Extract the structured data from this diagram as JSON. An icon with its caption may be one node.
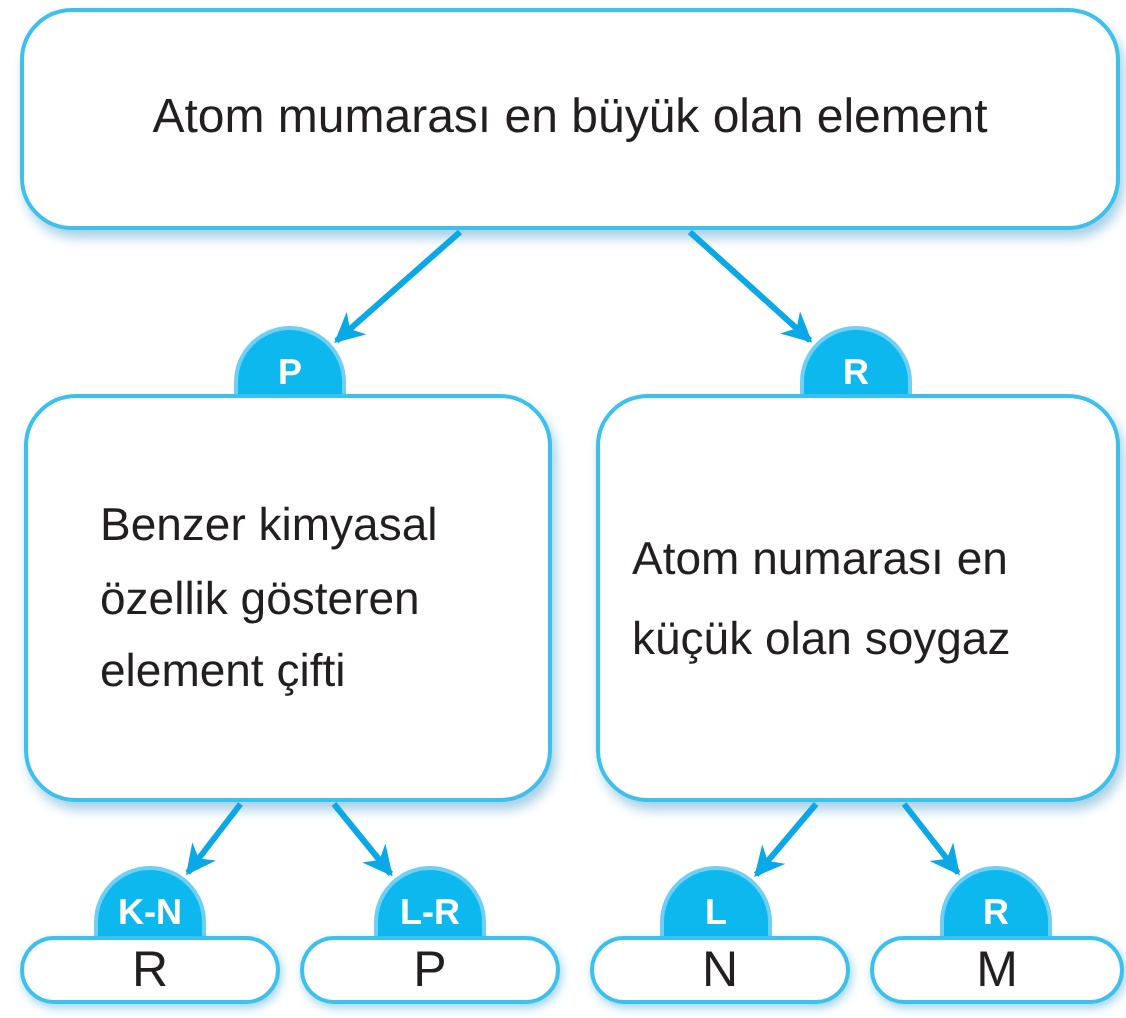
{
  "diagram": {
    "nodes": [
      {
        "text": [
          "Atom mumarası en büyük olan element"
        ]
      },
      {
        "text": [
          "P"
        ]
      },
      {
        "text": [
          "R"
        ]
      },
      {
        "text": [
          "Benzer kimyasal özellik gösteren element çifti"
        ]
      },
      {
        "text": [
          "Atom numarası en küçük olan soygaz"
        ]
      },
      {
        "text": [
          "K-N"
        ]
      },
      {
        "text": [
          "L-R"
        ]
      },
      {
        "text": [
          "L"
        ]
      },
      {
        "text": [
          "R"
        ]
      },
      {
        "text": [
          "R"
        ]
      },
      {
        "text": [
          "P"
        ]
      },
      {
        "text": [
          "N"
        ]
      },
      {
        "text": [
          "M"
        ]
      }
    ],
    "edges": [
      {
        "from": 0,
        "to": 1,
        "arrow": "to"
      },
      {
        "from": 0,
        "to": 2,
        "arrow": "to"
      },
      {
        "from": 3,
        "to": 5,
        "arrow": "to"
      },
      {
        "from": 3,
        "to": 6,
        "arrow": "to"
      },
      {
        "from": 4,
        "to": 7,
        "arrow": "to"
      },
      {
        "from": 4,
        "to": 8,
        "arrow": "to"
      }
    ]
  }
}
